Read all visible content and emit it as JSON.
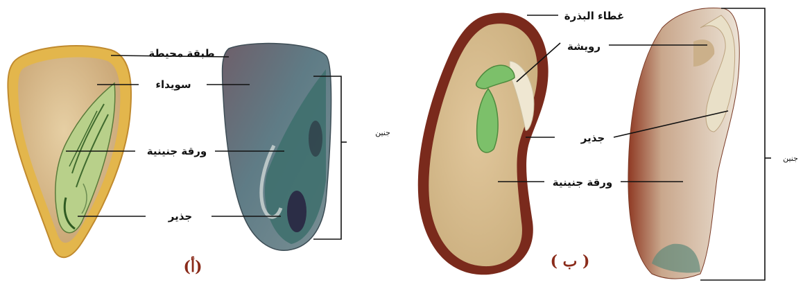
{
  "panel_a": {
    "caption": "(أ)",
    "labels": {
      "seed_coat": "طبقة محيطة",
      "endosperm": "سويداء",
      "cotyledon": "ورقة جنينية",
      "radicle": "جذير",
      "embryo": "جنين"
    }
  },
  "panel_b": {
    "caption": "( ب )",
    "labels": {
      "seed_coat": "غطاء البذرة",
      "plumule": "رويشة",
      "radicle": "جذير",
      "cotyledon": "ورقة جنينية",
      "embryo": "جنين"
    }
  },
  "colors": {
    "corn_coat": "#e3b64c",
    "corn_endosperm": "#d8b98a",
    "corn_embryo": "#b8d08a",
    "corn_section": "#5c7f8c",
    "bean_coat": "#7a2a1c",
    "bean_cotyledon": "#d9bf90",
    "bean_leaf": "#7cc06a",
    "caption": "#8a2b1a"
  }
}
